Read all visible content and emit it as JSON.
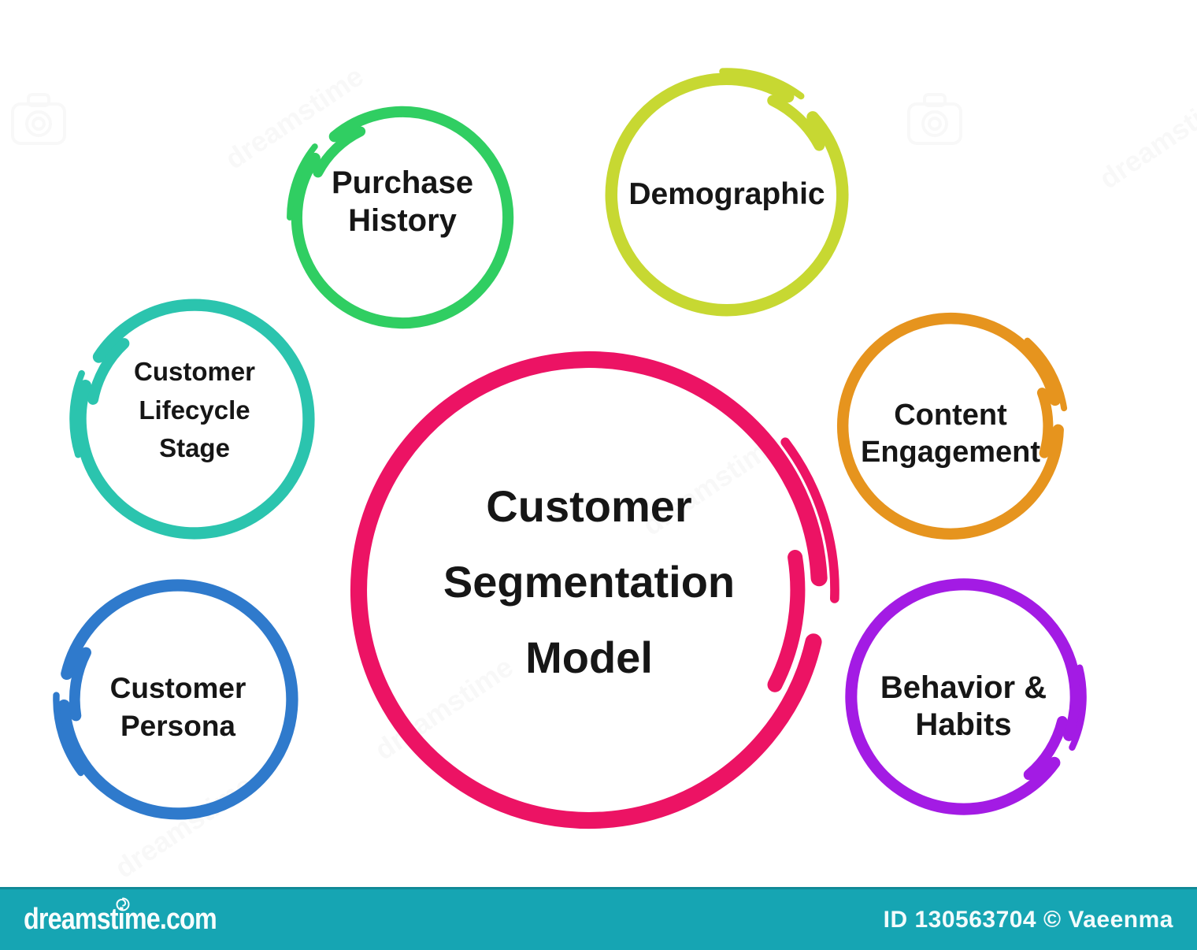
{
  "diagram": {
    "center": {
      "id": "customer-segmentation-model",
      "label": "Customer\nSegmentation\nModel",
      "color": "#EC1364"
    },
    "nodes": [
      {
        "id": "purchase-history",
        "label": "Purchase\nHistory",
        "color": "#30CE62"
      },
      {
        "id": "demographic",
        "label": "Demographic",
        "color": "#C7D832"
      },
      {
        "id": "customer-lifecycle-stage",
        "label": "Customer\nLifecycle\nStage",
        "color": "#2BC4AE"
      },
      {
        "id": "customer-persona",
        "label": "Customer\nPersona",
        "color": "#2F7ACC"
      },
      {
        "id": "content-engagement",
        "label": "Content\nEngagement",
        "color": "#E6941E"
      },
      {
        "id": "behavior-habits",
        "label": "Behavior &\nHabits",
        "color": "#A31BE4"
      }
    ],
    "label_color": "#161616"
  },
  "watermark": {
    "bar_color": "#16A5B3",
    "logo_text": "dreamstime.com",
    "id_text": "ID 130563704 © Vaeenma",
    "faint_text": "dreamstime",
    "text_color": "#F7FDFD"
  }
}
